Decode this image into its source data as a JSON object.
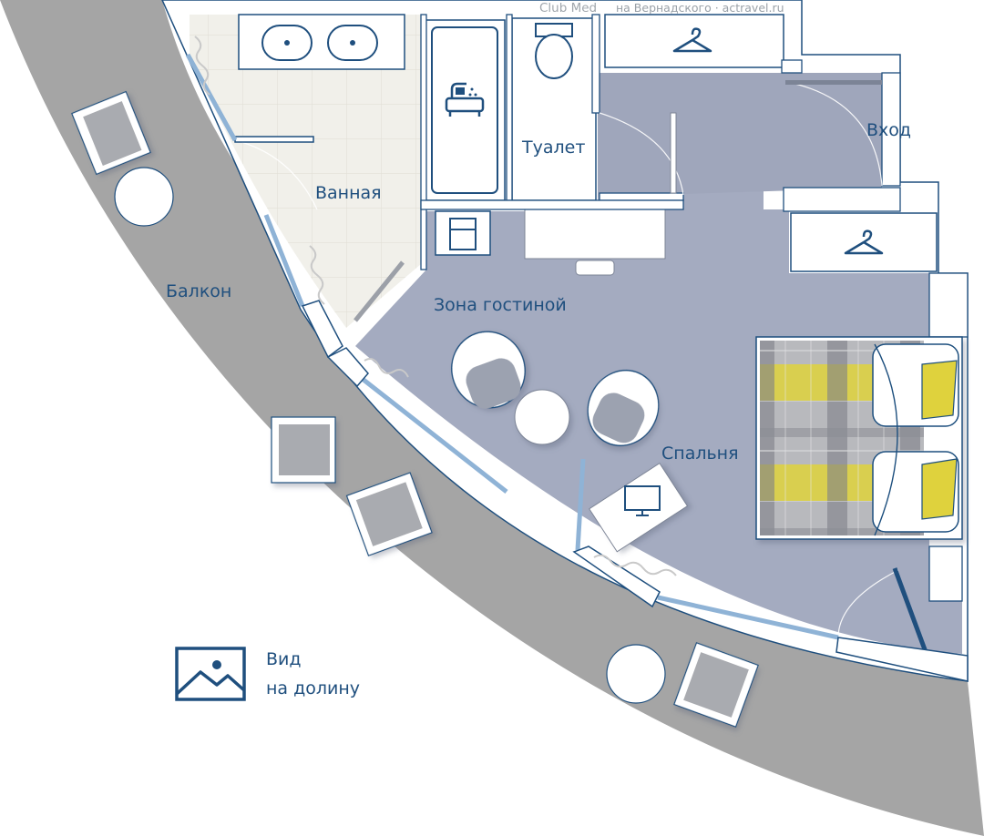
{
  "credit": {
    "brand": "Club Med",
    "text": "на Вернадского · actravel.ru"
  },
  "rooms": {
    "bathroom": "Ванная",
    "toilet": "Туалет",
    "entrance": "Вход",
    "balcony": "Балкон",
    "living": "Зона гостиной",
    "bedroom": "Спальня"
  },
  "view": {
    "line1": "Вид",
    "line2": "на долину"
  },
  "colors": {
    "balcony": "#a5a5a5",
    "room_floor": "#a4abc0",
    "entry_floor": "#9fa6bb",
    "tile": "#f1f0ea",
    "wall": "#ffffff",
    "wall_outline": "#1f4f7e",
    "label": "#1f4f7e",
    "accent_yellow": "#dfd23c",
    "window": "#8fb3d6"
  }
}
